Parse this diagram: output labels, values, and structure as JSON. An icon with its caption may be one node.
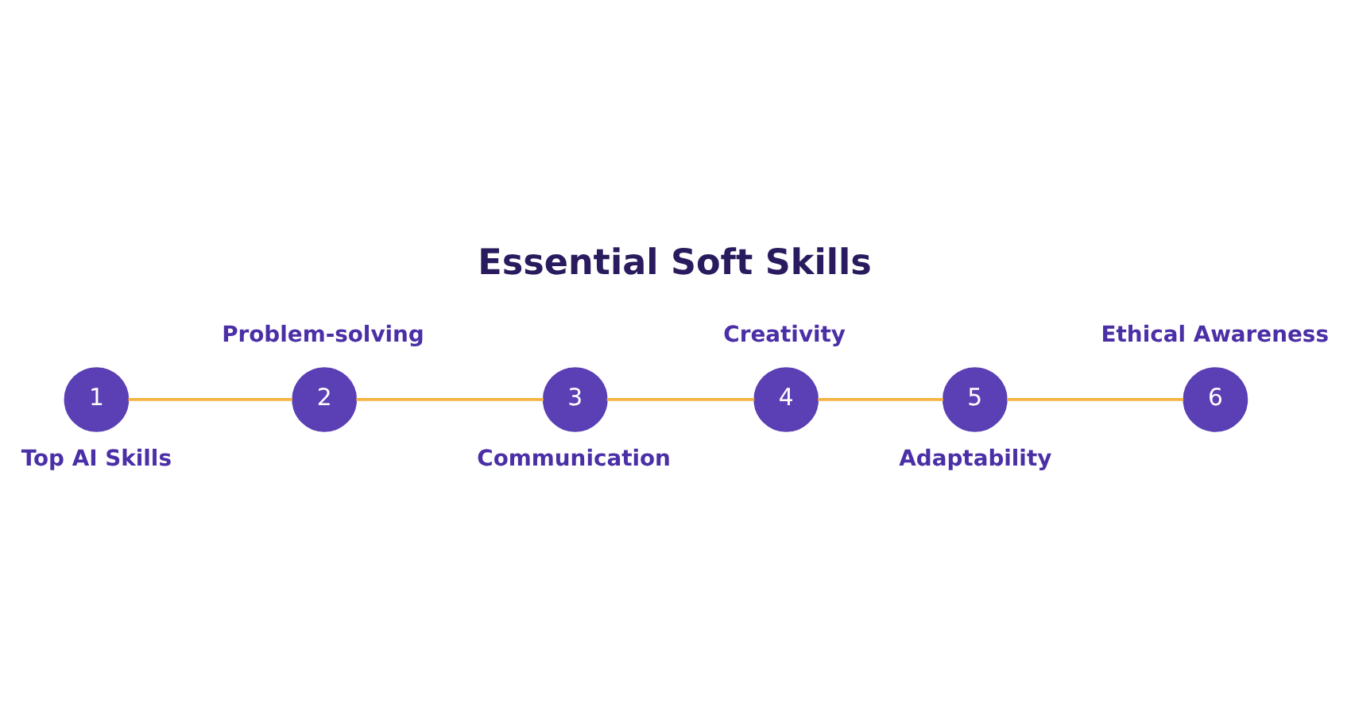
{
  "diagram": {
    "title": "Essential Soft Skills",
    "nodes": [
      {
        "text": [
          "1"
        ],
        "beside": [
          "Top AI Skills"
        ]
      },
      {
        "text": [
          "2"
        ],
        "beside": [
          "Problem-solving"
        ]
      },
      {
        "text": [
          "3"
        ],
        "beside": [
          "Communication"
        ]
      },
      {
        "text": [
          "4"
        ],
        "beside": [
          "Creativity"
        ]
      },
      {
        "text": [
          "5"
        ],
        "beside": [
          "Adaptability"
        ]
      },
      {
        "text": [
          "6"
        ],
        "beside": [
          "Ethical Awareness"
        ]
      }
    ],
    "edges": [
      {
        "from": 0,
        "to": 1,
        "arrow": "none"
      },
      {
        "from": 1,
        "to": 2,
        "arrow": "none"
      },
      {
        "from": 2,
        "to": 3,
        "arrow": "none"
      },
      {
        "from": 3,
        "to": 4,
        "arrow": "none"
      },
      {
        "from": 4,
        "to": 5,
        "arrow": "none"
      }
    ]
  }
}
